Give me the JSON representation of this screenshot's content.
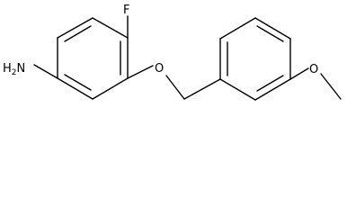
{
  "molecule": {
    "atoms": {
      "fluorine": "F",
      "amine": "H",
      "amine_sub": "2",
      "amine_n": "N",
      "ether_oxygen": "O",
      "methoxy_oxygen": "O"
    },
    "colors": {
      "bond": "#000000",
      "label": "#000000",
      "background": "#ffffff"
    }
  }
}
